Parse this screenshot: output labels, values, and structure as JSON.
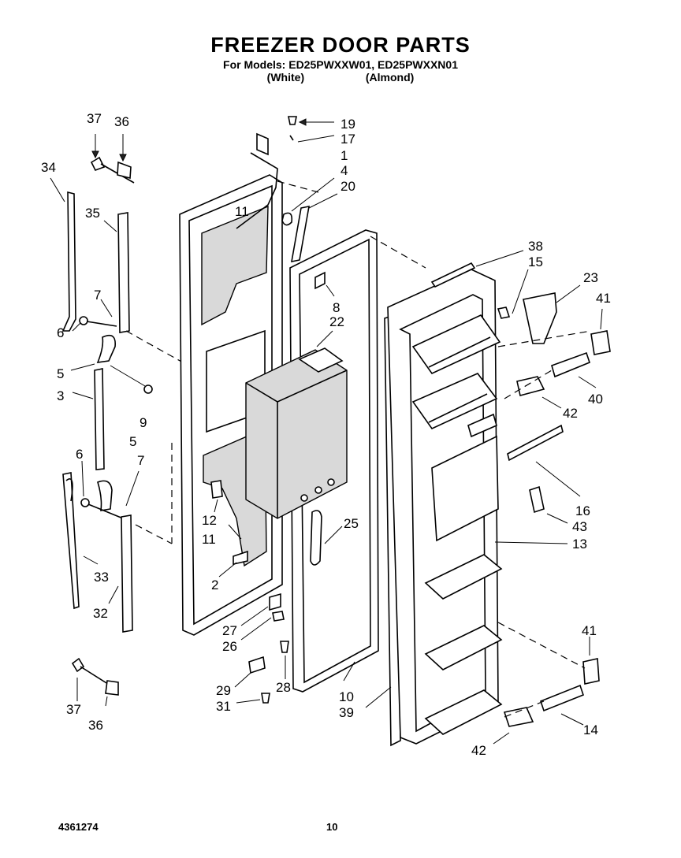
{
  "header": {
    "title": "FREEZER DOOR PARTS",
    "models_line": "For Models: ED25PWXXW01, ED25PWXXN01",
    "colors_line": "(White)                    (Almond)"
  },
  "footer": {
    "doc_number": "4361274",
    "page_number": "10"
  },
  "callouts": {
    "c37a": "37",
    "c36a": "36",
    "c34": "34",
    "c35": "35",
    "c7a": "7",
    "c6a": "6",
    "c5a": "5",
    "c3": "3",
    "c9": "9",
    "c5b": "5",
    "c6b": "6",
    "c7b": "7",
    "c33": "33",
    "c32": "32",
    "c37b": "37",
    "c36b": "36",
    "c19": "19",
    "c17": "17",
    "c1": "1",
    "c4": "4",
    "c20": "20",
    "c11a": "11",
    "c8": "8",
    "c22": "22",
    "c12": "12",
    "c11b": "11",
    "c2": "2",
    "c25": "25",
    "c27": "27",
    "c26": "26",
    "c28": "28",
    "c29": "29",
    "c31": "31",
    "c10": "10",
    "c39": "39",
    "c38": "38",
    "c15": "15",
    "c23": "23",
    "c41a": "41",
    "c40": "40",
    "c42a": "42",
    "c16": "16",
    "c43": "43",
    "c13": "13",
    "c41b": "41",
    "c14": "14",
    "c42b": "42"
  }
}
